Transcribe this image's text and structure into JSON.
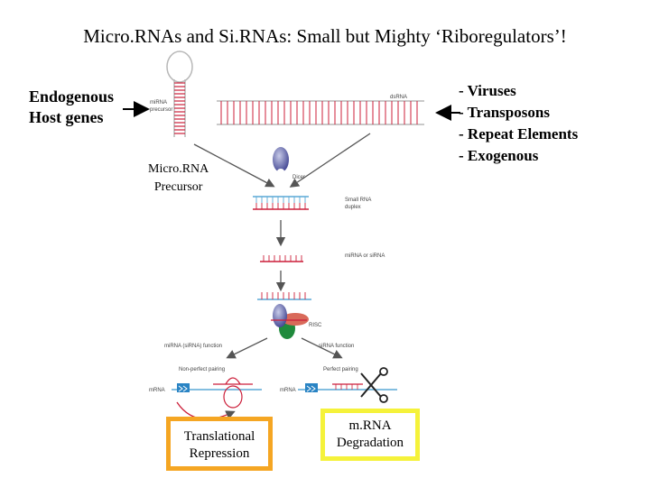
{
  "title": "Micro.RNAs and Si.RNAs: Small but Mighty ‘Riboregulators’!",
  "left_source": {
    "line1": "Endogenous",
    "line2": "Host genes"
  },
  "right_sources": [
    "- Viruses",
    "- Transposons",
    "- Repeat Elements",
    "- Exogenous"
  ],
  "precursor_label": {
    "line1": "Micro.RNA",
    "line2": "Precursor"
  },
  "diagram_labels": {
    "mirna_precursor": "miRNA precursor",
    "dsrna": "dsRNA",
    "dicer": "Dicer",
    "small_rna_duplex": "Small RNA duplex",
    "mirna_or_sirna": "miRNA or siRNA",
    "risc": "RISC",
    "mirna_sirna_function": "miRNA (siRNA) function",
    "sirna_function": "siRNA function",
    "non_perfect_pairing": "Non-perfect pairing",
    "perfect_pairing": "Perfect pairing",
    "mrna_left": "mRNA",
    "mrna_right": "mRNA"
  },
  "outcomes": {
    "translational": {
      "line1": "Translational",
      "line2": "Repression",
      "border_color": "#f5a623"
    },
    "degradation": {
      "line1": "m.RNA",
      "line2": "Degradation",
      "border_color": "#f5f23a"
    }
  },
  "colors": {
    "rna_red": "#cc1f3a",
    "rna_blue": "#5aa9d6",
    "risc_green": "#1f8a3c",
    "dicer_blue": "#5b5fa8"
  }
}
